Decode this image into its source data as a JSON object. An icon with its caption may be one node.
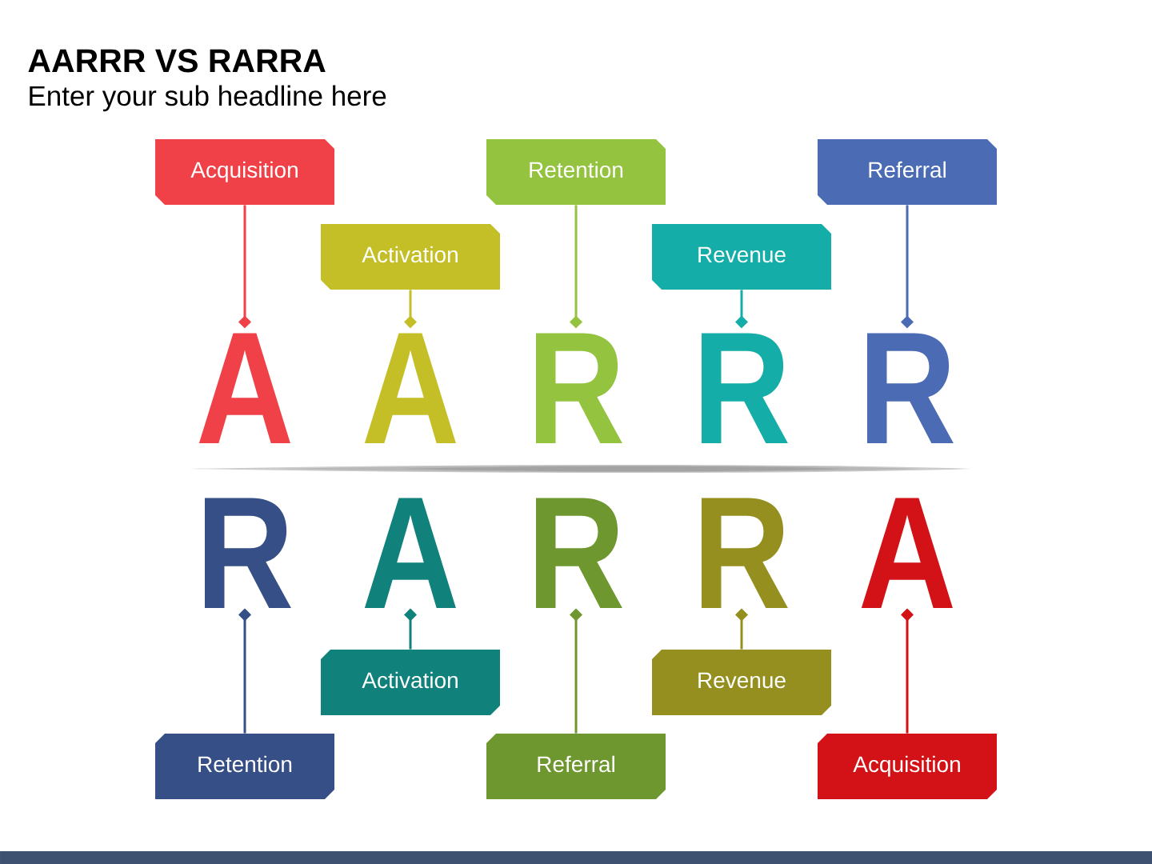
{
  "diagram": {
    "title": "AARRR VS RARRA",
    "nodes": [
      {
        "text": [
          "Acquisition"
        ]
      },
      {
        "text": [
          "Activation"
        ]
      },
      {
        "text": [
          "Retention"
        ]
      },
      {
        "text": [
          "Revenue"
        ]
      },
      {
        "text": [
          "Referral"
        ]
      },
      {
        "text": [
          "A"
        ]
      },
      {
        "text": [
          "A"
        ]
      },
      {
        "text": [
          "R"
        ]
      },
      {
        "text": [
          "R"
        ]
      },
      {
        "text": [
          "R"
        ]
      },
      {
        "text": [
          "R"
        ]
      },
      {
        "text": [
          "A"
        ]
      },
      {
        "text": [
          "R"
        ]
      },
      {
        "text": [
          "R"
        ]
      },
      {
        "text": [
          "A"
        ]
      },
      {
        "text": [
          "Retention"
        ]
      },
      {
        "text": [
          "Activation"
        ]
      },
      {
        "text": [
          "Referral"
        ]
      },
      {
        "text": [
          "Revenue"
        ]
      },
      {
        "text": [
          "Acquisition"
        ]
      }
    ],
    "edges": [
      {
        "from": 0,
        "to": 5,
        "arrow": "other",
        "color": "#f04148"
      },
      {
        "from": 1,
        "to": 6,
        "arrow": "other",
        "color": "#c4bf26"
      },
      {
        "from": 2,
        "to": 7,
        "arrow": "other",
        "color": "#93c33f"
      },
      {
        "from": 3,
        "to": 8,
        "arrow": "other",
        "color": "#15ada7"
      },
      {
        "from": 4,
        "to": 9,
        "arrow": "other",
        "color": "#4b6cb4"
      },
      {
        "from": 15,
        "to": 10,
        "arrow": "other",
        "color": "#364f86"
      },
      {
        "from": 16,
        "to": 11,
        "arrow": "other",
        "color": "#10827b"
      },
      {
        "from": 17,
        "to": 12,
        "arrow": "other",
        "color": "#6f972f"
      },
      {
        "from": 18,
        "to": 13,
        "arrow": "other",
        "color": "#958f1f"
      },
      {
        "from": 19,
        "to": 14,
        "arrow": "other",
        "color": "#d31217"
      }
    ],
    "labels": [
      "Enter your sub headline here"
    ]
  }
}
